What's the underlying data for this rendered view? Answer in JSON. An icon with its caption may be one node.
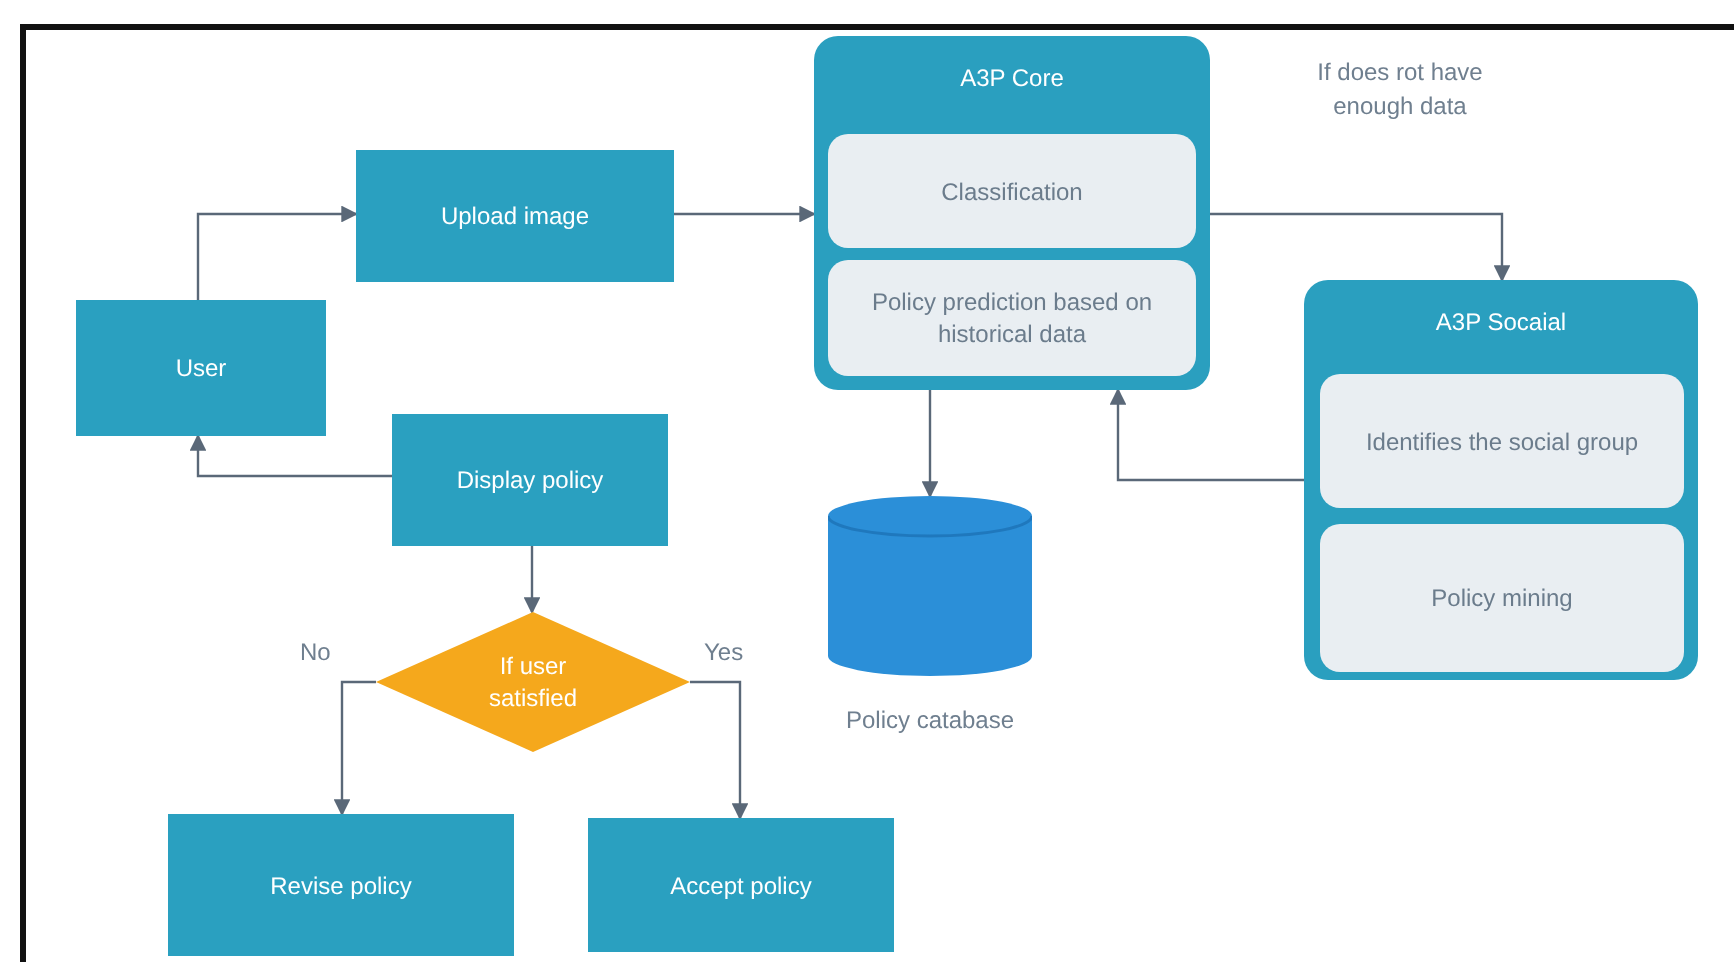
{
  "diagram": {
    "nodes": [
      {
        "text": [
          "User"
        ]
      },
      {
        "text": [
          "Upload image"
        ]
      },
      {
        "text": [
          "A3P Core"
        ]
      },
      {
        "text": [
          "Classification"
        ],
        "in": 2
      },
      {
        "text": [
          "Policy prediction based on historical data"
        ],
        "in": 2
      },
      {
        "text": [
          "A3P Socaial"
        ]
      },
      {
        "text": [
          "Identifies the social group"
        ],
        "in": 5
      },
      {
        "text": [
          "Policy mining"
        ],
        "in": 5
      },
      {
        "text": [
          "Display policy"
        ]
      },
      {
        "text": [
          "If user satisfied"
        ]
      },
      {
        "text": [],
        "shape": "cylinder",
        "beside": [
          "Policy catabase"
        ]
      },
      {
        "text": [
          "Revise policy"
        ]
      },
      {
        "text": [
          "Accept policy"
        ]
      }
    ],
    "edges": [
      {
        "from": 0,
        "to": 1,
        "arrow": "to"
      },
      {
        "from": 1,
        "to": 2,
        "arrow": "to"
      },
      {
        "from": 3,
        "to": 5,
        "arrow": "to",
        "label": "If does rot have enough data"
      },
      {
        "from": 5,
        "to": 2,
        "arrow": "to"
      },
      {
        "from": 2,
        "to": 10,
        "arrow": "to"
      },
      {
        "from": 8,
        "to": 0,
        "arrow": "to"
      },
      {
        "from": 8,
        "to": 9,
        "arrow": "to"
      },
      {
        "from": 9,
        "to": 11,
        "arrow": "to",
        "label": "No"
      },
      {
        "from": 9,
        "to": 12,
        "arrow": "to",
        "label": "Yes"
      }
    ]
  }
}
